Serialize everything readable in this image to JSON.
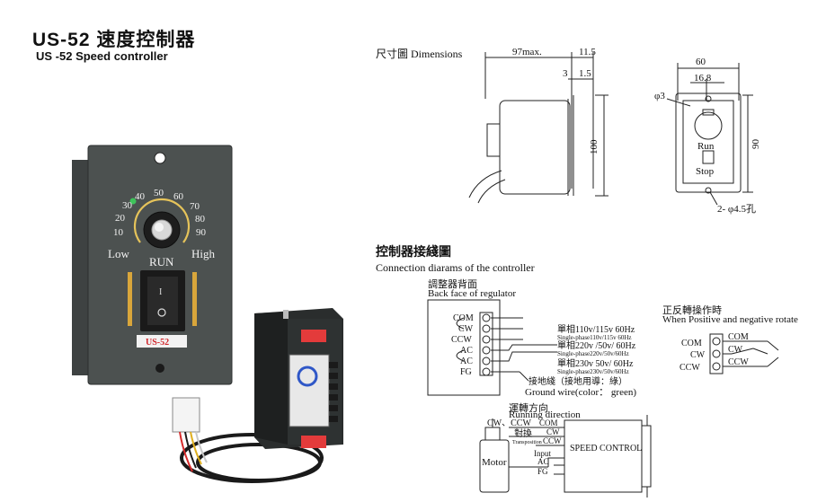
{
  "header": {
    "title_cn": "US-52 速度控制器",
    "title_en": "US -52 Speed controller"
  },
  "front_panel": {
    "dial_numbers": [
      "10",
      "20",
      "30",
      "40",
      "50",
      "60",
      "70",
      "80",
      "90"
    ],
    "low_label": "Low",
    "run_label": "RUN",
    "high_label": "High",
    "model_badge": "US-52"
  },
  "dimensions": {
    "heading": "尺寸圖 Dimensions",
    "side": {
      "width": "97max.",
      "flange": "11.5",
      "gap_left": "3",
      "gap_right": "1.5",
      "height": "100"
    },
    "front": {
      "width": "60",
      "inner": "16.8",
      "hole": "φ3",
      "run": "Run",
      "stop": "Stop",
      "height": "90",
      "mount": "2- φ4.5孔"
    }
  },
  "wiring": {
    "heading_cn": "控制器接綫圖",
    "heading_en": "Connection diarams of the controller",
    "back_cn": "調整器背面",
    "back_en": "Back face of regulator",
    "terminals": [
      "COM",
      "CW",
      "CCW",
      "AC",
      "AC",
      "FG"
    ],
    "supply": [
      {
        "main": "單相110v/115v 60Hz",
        "sub": "Single-phase110v/115v 60Hz"
      },
      {
        "main": "單相220v /50v/ 60Hz",
        "sub": "Single-phase220v/50v/60Hz"
      },
      {
        "main": "單相230v 50v/ 60Hz",
        "sub": "Single-phase230v/50v/60Hz"
      }
    ],
    "ground_cn": "接地綫（接地用導：綠）",
    "ground_en": "Ground wire(color： green)",
    "rotate_cn": "正反轉操作時",
    "rotate_en": "When Positive and negative rotate",
    "rotate_terms": [
      "COM",
      "CW",
      "CCW"
    ],
    "direction_cn": "運轉方向",
    "direction_en": "Running direction",
    "cw_ccw": "CW、CCW",
    "swap_cn": "對換",
    "swap_en": "Transposition",
    "motor": "Motor",
    "box_terms": [
      "COM",
      "CW",
      "CCW"
    ],
    "input_label": "Input",
    "box_lower": [
      "AC",
      "FG"
    ],
    "speed_control": "SPEED CONTROL"
  }
}
